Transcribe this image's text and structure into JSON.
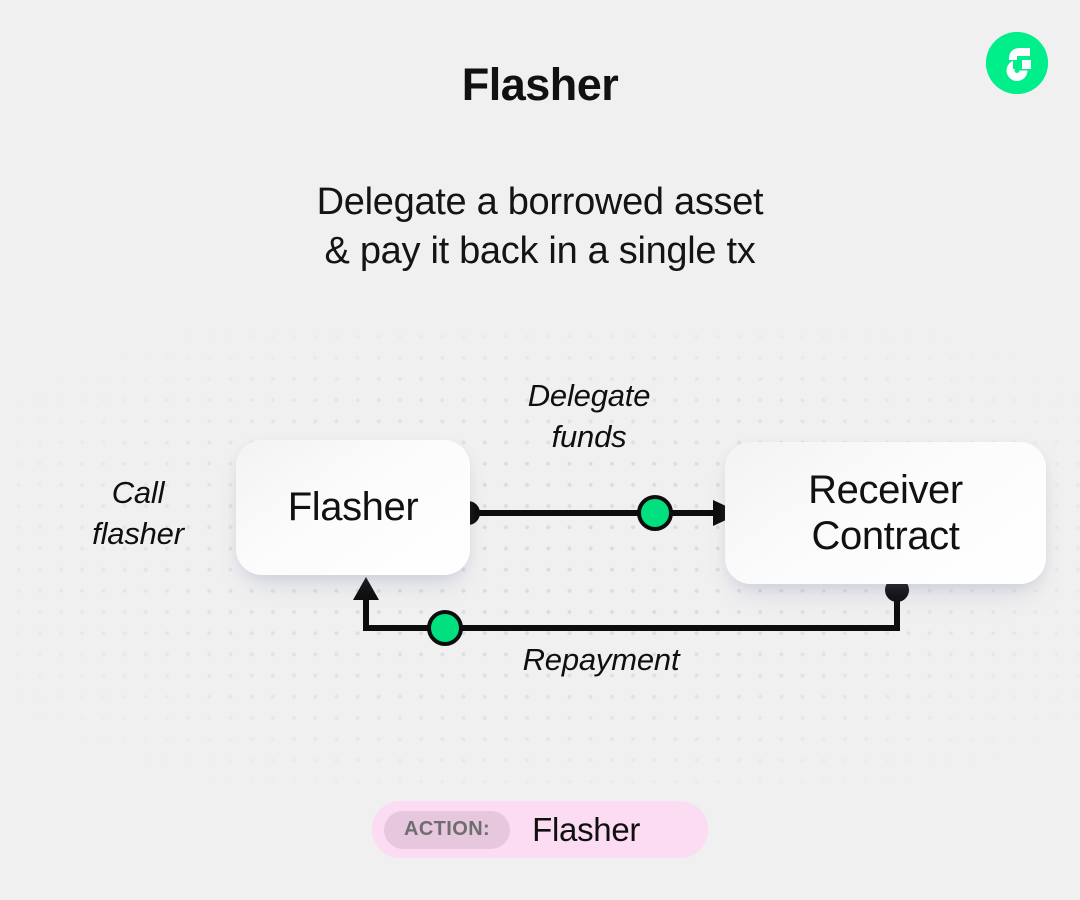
{
  "page": {
    "background_color": "#f0f0f0",
    "title": "Flasher",
    "subtitle": "Delegate a borrowed asset\n& pay it back in a single tx"
  },
  "logo": {
    "name": "flow-logo",
    "circle_color": "#00ef8b",
    "mark_color": "#ffffff"
  },
  "diagram": {
    "nodes": [
      {
        "id": "flasher",
        "label": "Flasher"
      },
      {
        "id": "receiver",
        "label": "Receiver\nContract"
      }
    ],
    "labels": {
      "call_flasher": "Call\nflasher",
      "delegate_funds": "Delegate\nfunds",
      "repayment": "Repayment"
    },
    "edges": [
      {
        "id": "delegate-funds-edge",
        "from": "flasher",
        "to": "receiver",
        "label": "Delegate\nfunds",
        "start_dot_color": "#0d0d0d",
        "mid_dot_color": "#00e07e",
        "arrow": "right"
      },
      {
        "id": "repayment-edge",
        "from": "receiver",
        "to": "flasher",
        "label": "Repayment",
        "start_dot_color": "#0d0d0d",
        "mid_dot_color": "#00e07e",
        "arrow": "up"
      }
    ],
    "colors": {
      "wire": "#0d0d0d",
      "node_dot": "#0d0d0d",
      "token_dot": "#00e07e",
      "grid_dot": "#dcdcdc"
    }
  },
  "action_badge": {
    "key": "ACTION:",
    "value": "Flasher",
    "pill_color": "#fbdcf2",
    "key_pill_color": "#e7c7de",
    "key_text_color": "#6e6e6e"
  }
}
